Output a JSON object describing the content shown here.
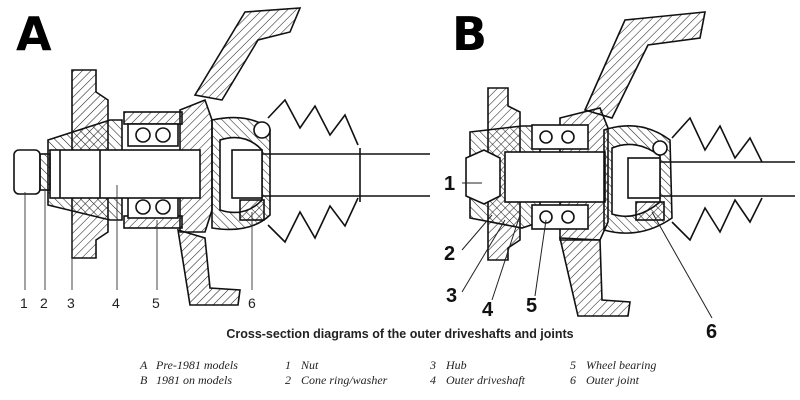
{
  "panels": {
    "a": {
      "letter": "A",
      "callouts": [
        "1",
        "2",
        "3",
        "4",
        "5",
        "6"
      ]
    },
    "b": {
      "letter": "B",
      "callouts": [
        "1",
        "2",
        "3",
        "4",
        "5",
        "6"
      ]
    }
  },
  "caption": "Cross-section diagrams of the outer driveshafts and joints",
  "legend": [
    {
      "key": "A",
      "label": "Pre-1981 models"
    },
    {
      "key": "B",
      "label": "1981 on models"
    },
    {
      "key": "1",
      "label": "Nut"
    },
    {
      "key": "2",
      "label": "Cone ring/washer"
    },
    {
      "key": "3",
      "label": "Hub"
    },
    {
      "key": "4",
      "label": "Outer driveshaft"
    },
    {
      "key": "5",
      "label": "Wheel bearing"
    },
    {
      "key": "6",
      "label": "Outer joint"
    }
  ]
}
